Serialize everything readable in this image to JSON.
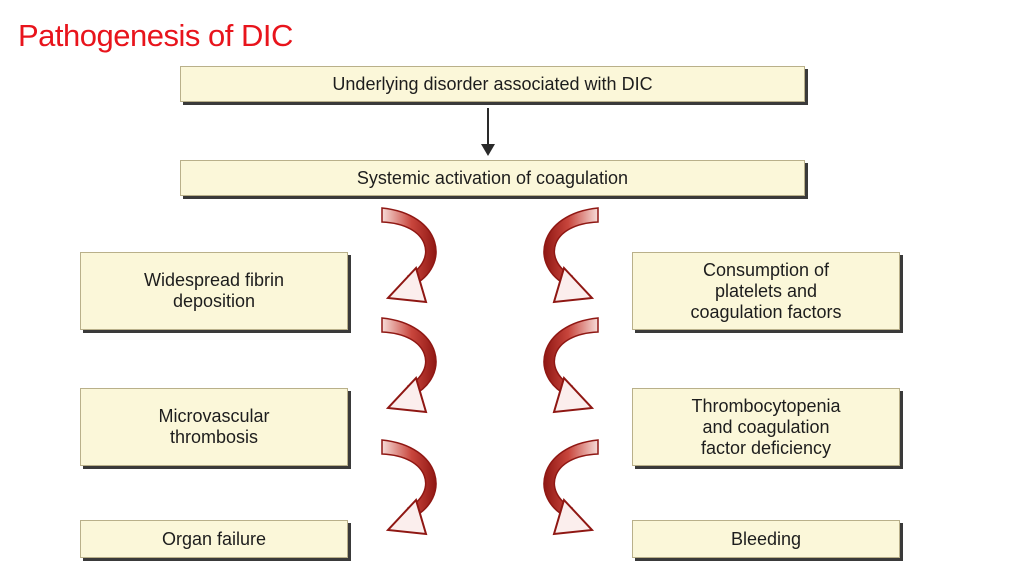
{
  "slide": {
    "title": "Pathogenesis of DIC"
  },
  "flow": {
    "top": "Underlying disorder associated with DIC",
    "activation": "Systemic activation of coagulation",
    "left": [
      [
        "Widespread fibrin",
        "deposition"
      ],
      [
        "Microvascular",
        "thrombosis"
      ],
      [
        "Organ failure"
      ]
    ],
    "right": [
      [
        "Consumption of",
        "platelets and",
        "coagulation factors"
      ],
      [
        "Thrombocytopenia",
        "and coagulation",
        "factor deficiency"
      ],
      [
        "Bleeding"
      ]
    ]
  },
  "colors": {
    "title": "#e8141c",
    "box_fill": "#fbf7d9",
    "box_shadow": "#3a3a3a",
    "arrow_red": "#b2231f",
    "arrow_highlight": "#f6d9d6"
  }
}
